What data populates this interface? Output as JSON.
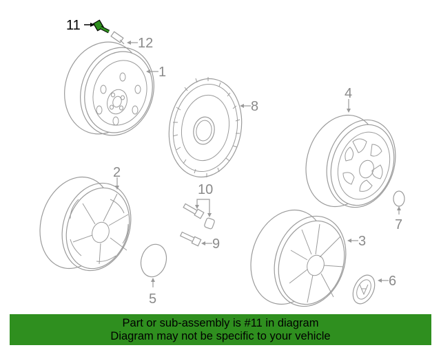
{
  "callouts": {
    "p1": "1",
    "p2": "2",
    "p3": "3",
    "p4": "4",
    "p5": "5",
    "p6": "6",
    "p7": "7",
    "p8": "8",
    "p9": "9",
    "p10": "10",
    "p11": "11",
    "p12": "12"
  },
  "highlight_part": "11",
  "colors": {
    "banner_bg": "#2f8f1f",
    "drawing_line": "#9a9a9a",
    "highlight": "#000000",
    "highlight_fill": "#2f8f1f"
  },
  "banner": {
    "line1": "Part or sub-assembly is #11 in diagram",
    "line2": "Diagram may not be specific to your vehicle"
  }
}
